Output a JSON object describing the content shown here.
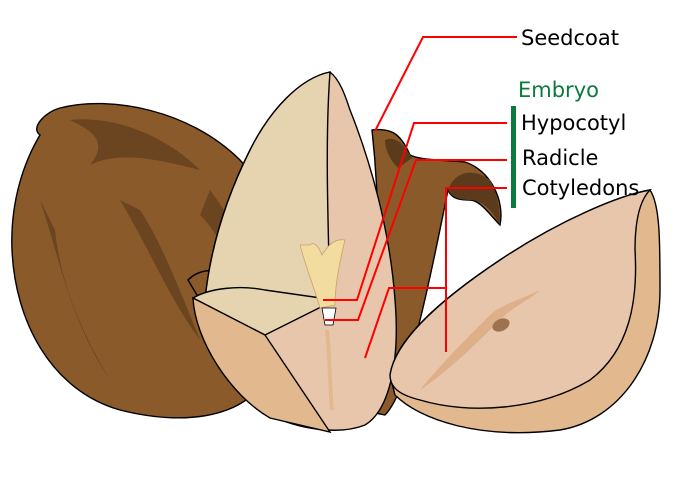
{
  "title": "Seed anatomy diagram",
  "labels": {
    "seedcoat": "Seedcoat",
    "embryo": "Embryo",
    "hypocotyl": "Hypocotyl",
    "radicle": "Radicle",
    "cotyledons": "Cotyledons"
  },
  "colors": {
    "leader_lines": "#ff0000",
    "embryo_group": "#0b7a3e",
    "seedcoat": "#8a5a2b",
    "cotyledon": "#e8c6ac"
  }
}
